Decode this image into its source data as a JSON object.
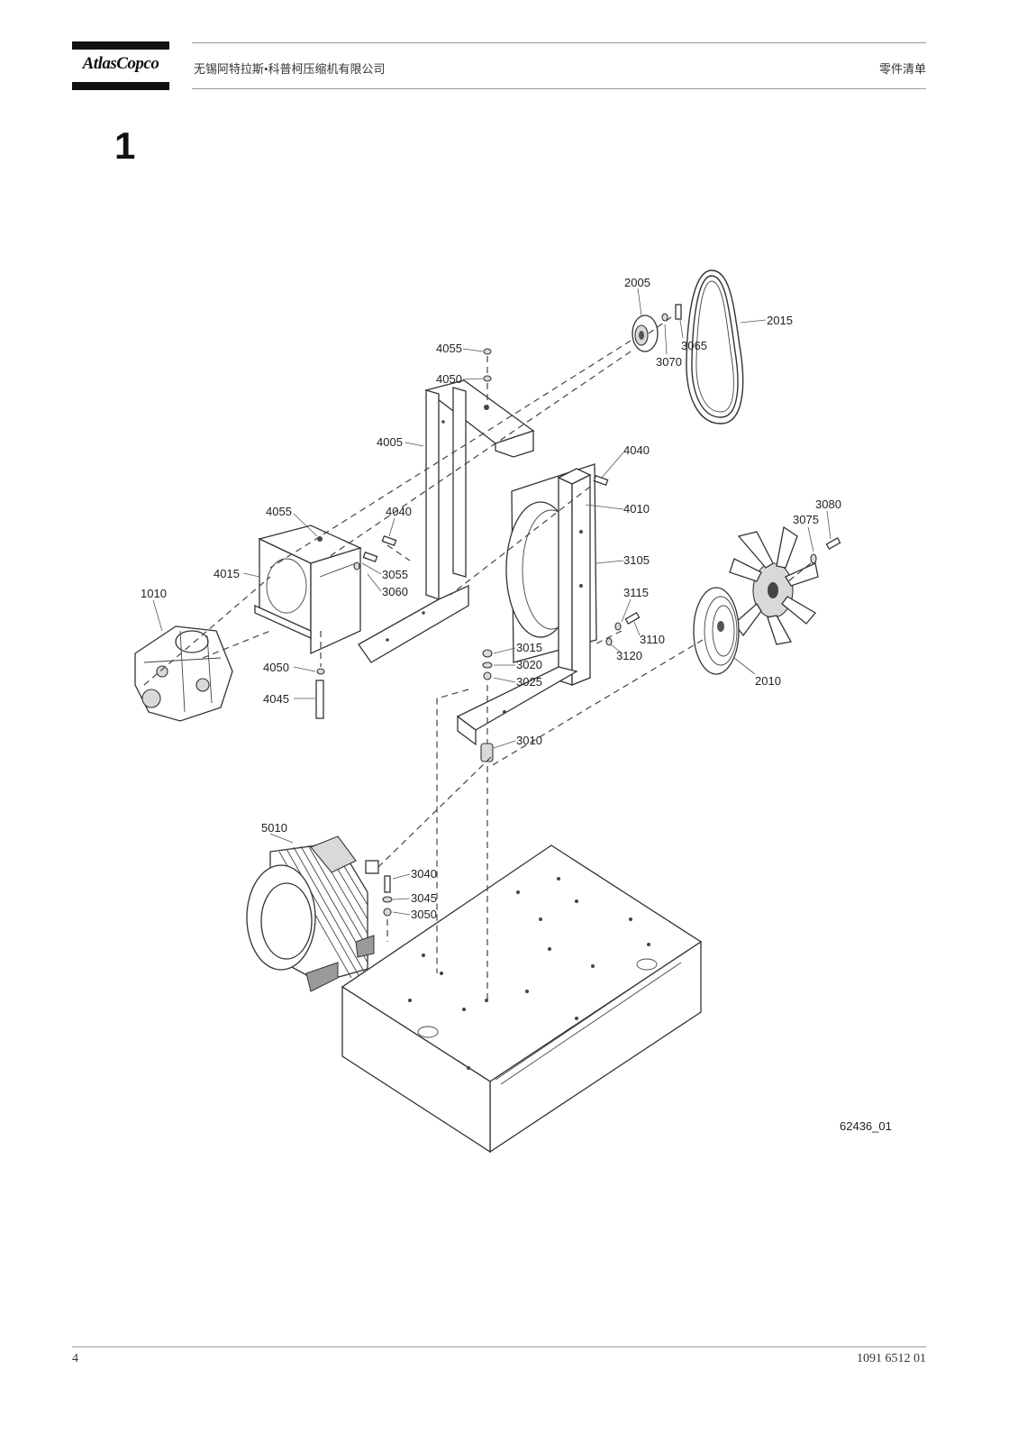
{
  "header": {
    "logo_text": "AtlasCopco",
    "company": "无锡阿特拉斯•科普柯压缩机有限公司",
    "doc_type": "零件清单"
  },
  "section_number": "1",
  "drawing": {
    "drawing_id": "62436_01",
    "parts": {
      "p1010": "1010",
      "p2005": "2005",
      "p2010": "2010",
      "p2015": "2015",
      "p3010": "3010",
      "p3015": "3015",
      "p3020": "3020",
      "p3025": "3025",
      "p3040": "3040",
      "p3045": "3045",
      "p3050": "3050",
      "p3055": "3055",
      "p3060": "3060",
      "p3065": "3065",
      "p3070": "3070",
      "p3075": "3075",
      "p3080": "3080",
      "p3105": "3105",
      "p3110": "3110",
      "p3115": "3115",
      "p3120": "3120",
      "p4005": "4005",
      "p4010": "4010",
      "p4015": "4015",
      "p4040a": "4040",
      "p4040b": "4040",
      "p4045": "4045",
      "p4050a": "4050",
      "p4050b": "4050",
      "p4055a": "4055",
      "p4055b": "4055",
      "p5010": "5010"
    }
  },
  "footer": {
    "page_number": "4",
    "document_number": "1091 6512 01"
  }
}
